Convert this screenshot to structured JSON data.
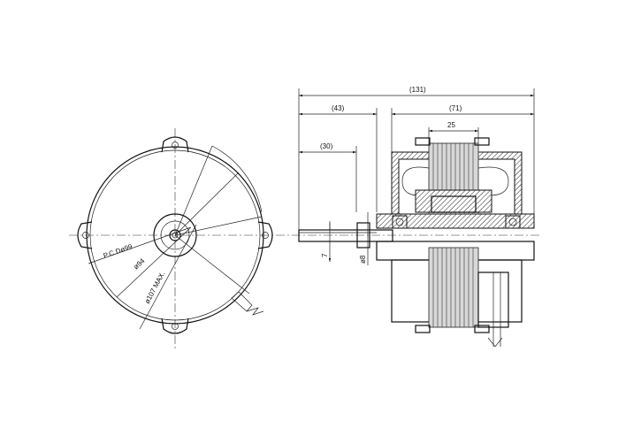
{
  "front_view": {
    "pcd_label": "P.C.Dø99",
    "dia94_label": "ø94",
    "dia107_label": "ø107 MAX."
  },
  "side_view": {
    "overall_label": "(131)",
    "left_label": "(43)",
    "right_label": "(71)",
    "coil_label": "25",
    "shaft_ext_label": "(30)",
    "dim7_label": "7",
    "shaft_dia_label": "ø8"
  }
}
